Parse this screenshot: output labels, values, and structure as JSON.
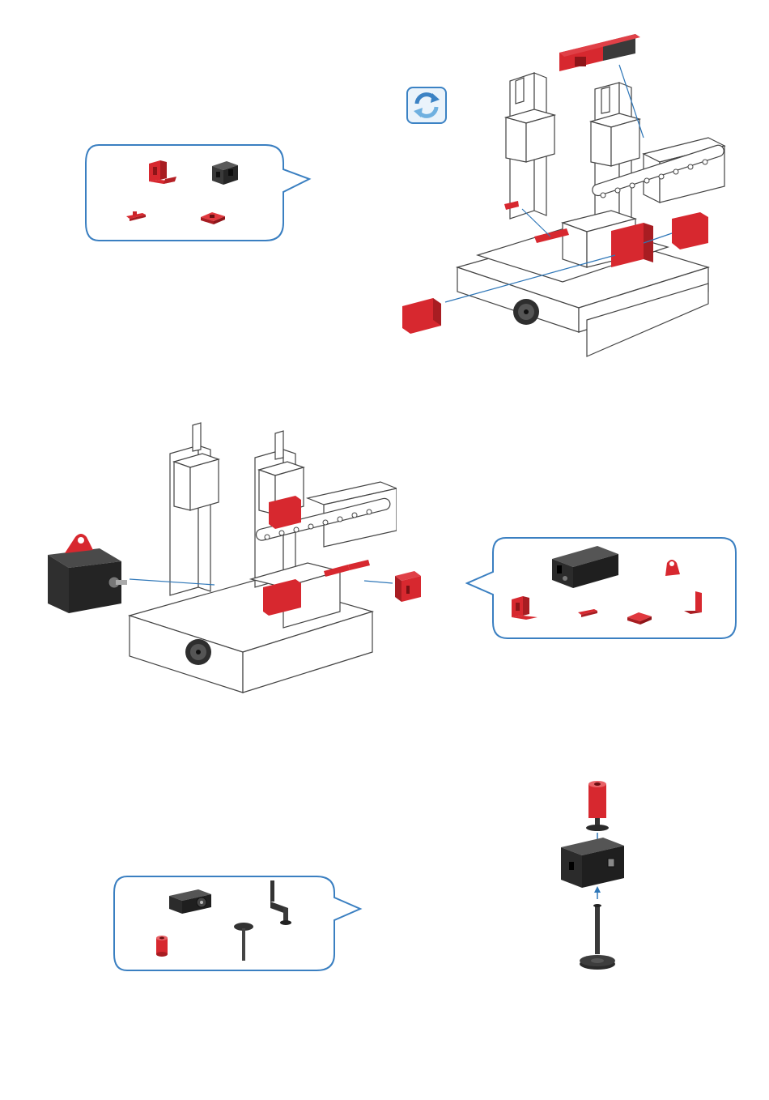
{
  "colors": {
    "part_red": "#d7282f",
    "part_red_dark": "#a81d22",
    "part_black": "#3a3a3a",
    "part_black_dark": "#1e1e1e",
    "callout_border": "#3a7fc1",
    "arrow_blue": "#2f77b8",
    "structure_outline": "#444444",
    "rotate_icon_blue": "#3b82c4"
  },
  "step_top": {
    "callout_parts": [
      "red-angle-block",
      "black-building-block",
      "red-connector-small",
      "red-square-plate"
    ],
    "rotate_icon": "rotate-icon"
  },
  "step_middle": {
    "callout_parts": [
      "black-building-block-30",
      "red-lever-holder",
      "red-angle-block",
      "red-connector-small",
      "red-square-plate",
      "red-angle-corner"
    ],
    "motor_part": "mini-motor-with-red-clamp"
  },
  "step_bottom": {
    "callout_parts": [
      "black-gear-housing",
      "black-crank-axle",
      "red-spacer-bushing",
      "black-axle-with-disc"
    ]
  }
}
